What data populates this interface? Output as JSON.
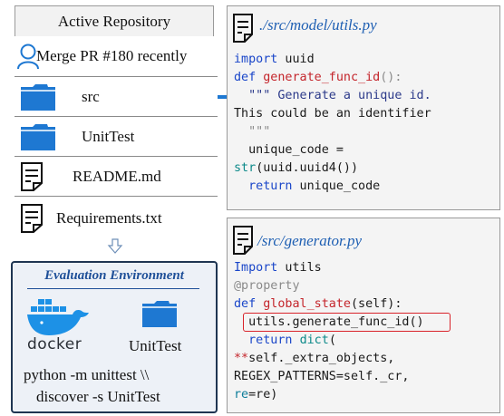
{
  "repository": {
    "title": "Active Repository",
    "items": [
      {
        "icon": "user-icon",
        "label": "Merge PR #180 recently"
      },
      {
        "icon": "folder-icon",
        "label": "src"
      },
      {
        "icon": "folder-icon",
        "label": "UnitTest"
      },
      {
        "icon": "document-icon",
        "label": "README.md"
      },
      {
        "icon": "document-icon",
        "label": "Requirements.txt"
      }
    ]
  },
  "environment": {
    "title": "Evaluation Environment",
    "docker_label": "docker",
    "unittest_label": "UnitTest",
    "command_line1": "python -m unittest \\\\",
    "command_line2": "discover -s UnitTest"
  },
  "code_top": {
    "path": "./src/model/utils.py",
    "lines": {
      "l1_kw": "import",
      "l1_rest": " uuid",
      "l2_kw": "def",
      "l2_fn": "generate_func_id",
      "l2_rest": "():",
      "l3": "  \"\"\" Generate a unique id.",
      "l4": "This could be an identifier",
      "l5": "  \"\"\"",
      "l6": "  unique_code =",
      "l7_bi": "str",
      "l7_rest": "(uuid.uuid4())",
      "l8_kw": "return",
      "l8_rest": " unique_code"
    }
  },
  "code_bottom": {
    "path": "/src/generator.py",
    "lines": {
      "l1_kw": "Import",
      "l1_rest": " utils",
      "l2": "@property",
      "l3_kw": "def",
      "l3_fn": "global_state",
      "l3_rest": "(self):",
      "l4": "utils.generate_func_id()",
      "l5_kw": "return",
      "l5_bi": "dict",
      "l5_rest": "(",
      "l6_op": "**",
      "l6_rest": "self._extra_objects,",
      "l7_a": "REGEX_PATTERNS",
      "l7_b": "=self._cr,",
      "l8_a": "re",
      "l8_b": "=re)"
    }
  },
  "colors": {
    "accent": "#1e78d2",
    "highlight": "#d9232a",
    "env_border": "#1f3552"
  }
}
